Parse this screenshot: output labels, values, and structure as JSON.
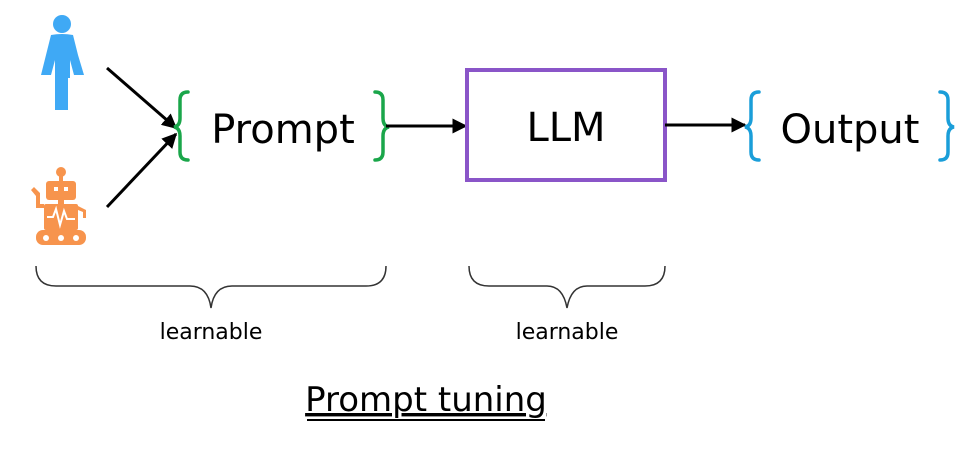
{
  "diagram": {
    "prompt_label": "Prompt",
    "llm_label": "LLM",
    "output_label": "Output",
    "prompt_group_label": "learnable",
    "llm_group_label": "learnable",
    "caption": "Prompt tuning"
  },
  "icons": {
    "person": "person-icon",
    "robot": "robot-icon"
  },
  "colors": {
    "person": "#3fa9f5",
    "robot": "#f7944d",
    "prompt_brace": "#1aa64a",
    "llm_box": "#8a55c8",
    "output_brace": "#1a9ed9",
    "arrow": "#000000",
    "group_brace": "#333333"
  }
}
